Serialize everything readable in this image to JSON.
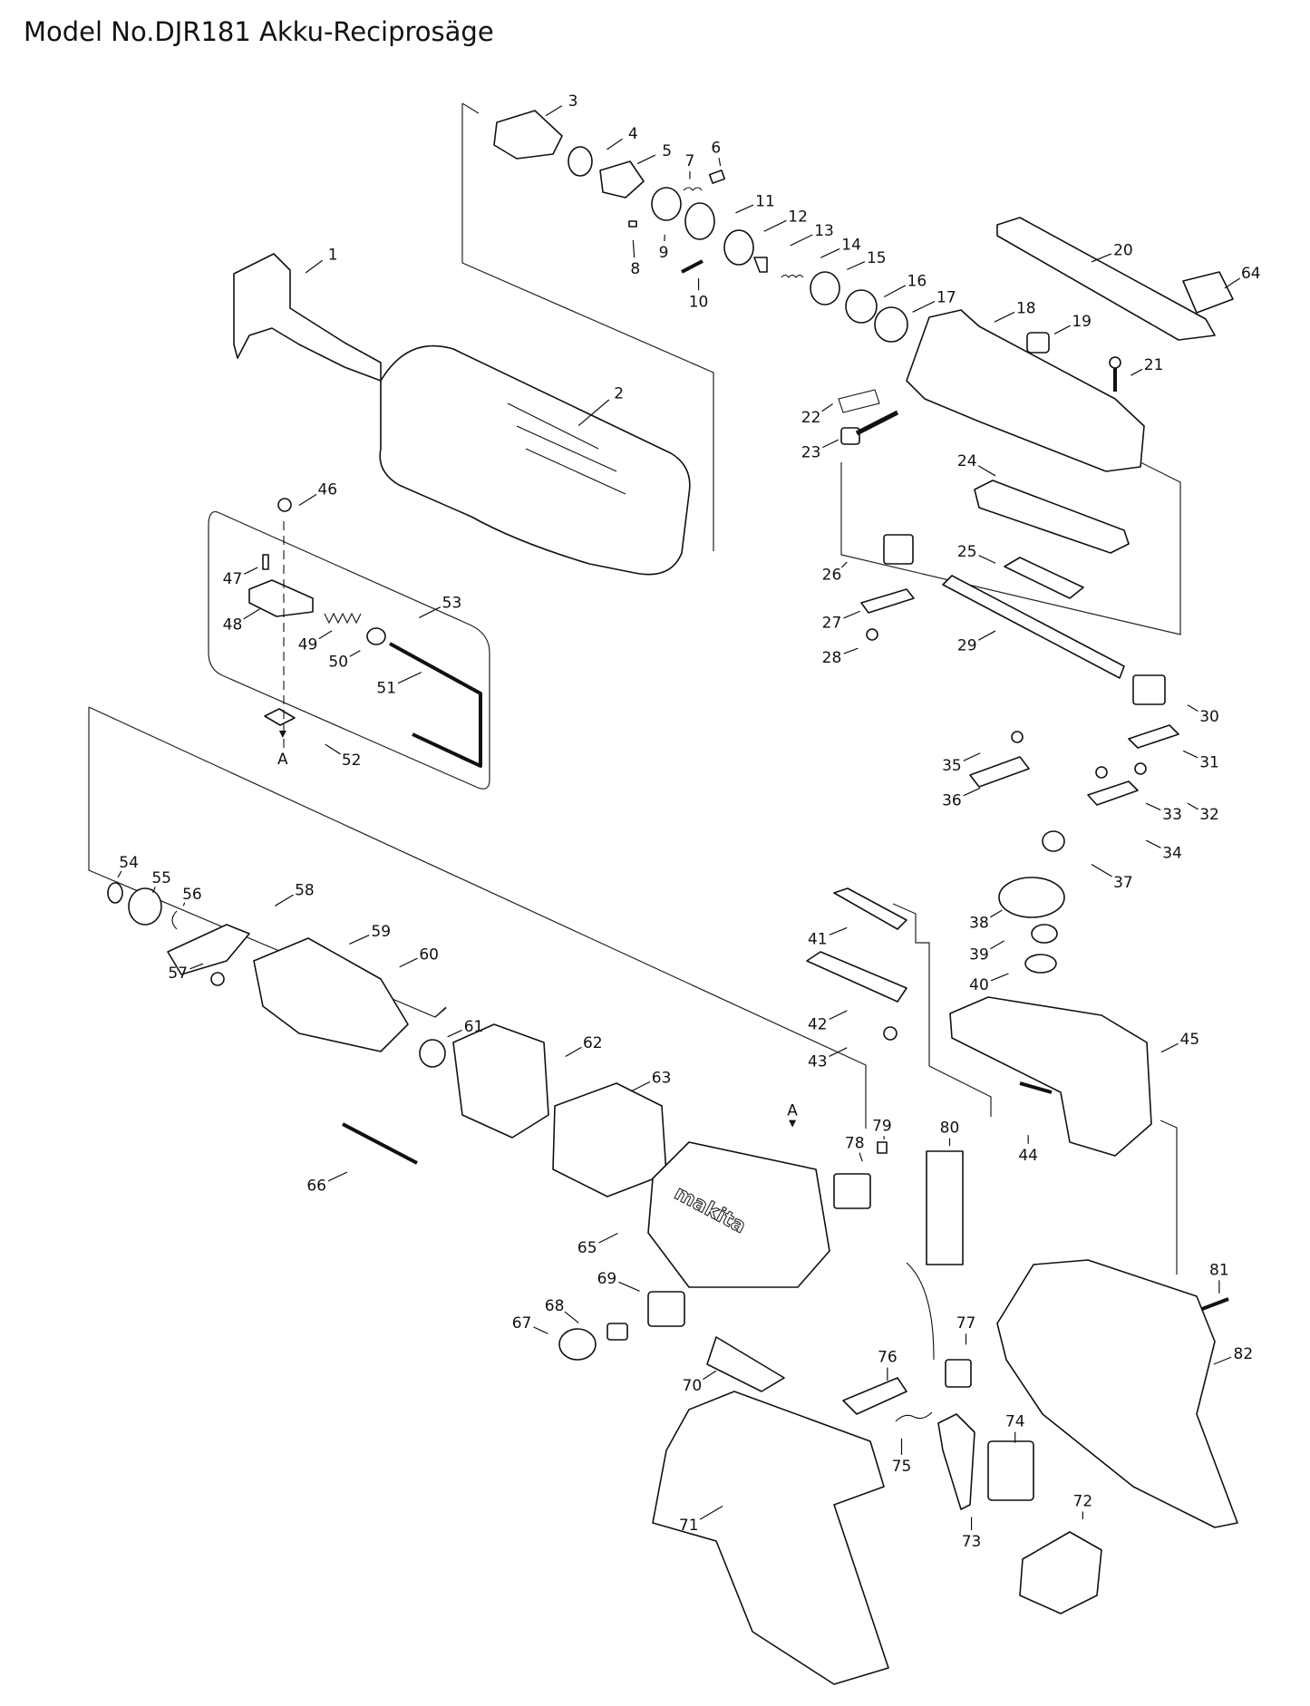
{
  "title": "Model No.DJR181 Akku-Reciprosäge",
  "diagram": {
    "type": "exploded parts diagram",
    "reference_marker": "A",
    "part_numbers": [
      "1",
      "2",
      "3",
      "4",
      "5",
      "6",
      "7",
      "8",
      "9",
      "10",
      "11",
      "12",
      "13",
      "14",
      "15",
      "16",
      "17",
      "18",
      "19",
      "20",
      "21",
      "22",
      "23",
      "24",
      "25",
      "26",
      "27",
      "28",
      "29",
      "30",
      "31",
      "32",
      "33",
      "34",
      "35",
      "36",
      "37",
      "38",
      "39",
      "40",
      "41",
      "42",
      "43",
      "44",
      "45",
      "46",
      "47",
      "48",
      "49",
      "50",
      "51",
      "52",
      "53",
      "54",
      "55",
      "56",
      "57",
      "58",
      "59",
      "60",
      "61",
      "62",
      "63",
      "64",
      "65",
      "66",
      "67",
      "68",
      "69",
      "70",
      "71",
      "72",
      "73",
      "74",
      "75",
      "76",
      "77",
      "78",
      "79",
      "80",
      "81",
      "82"
    ],
    "brand_mark": "makita"
  }
}
